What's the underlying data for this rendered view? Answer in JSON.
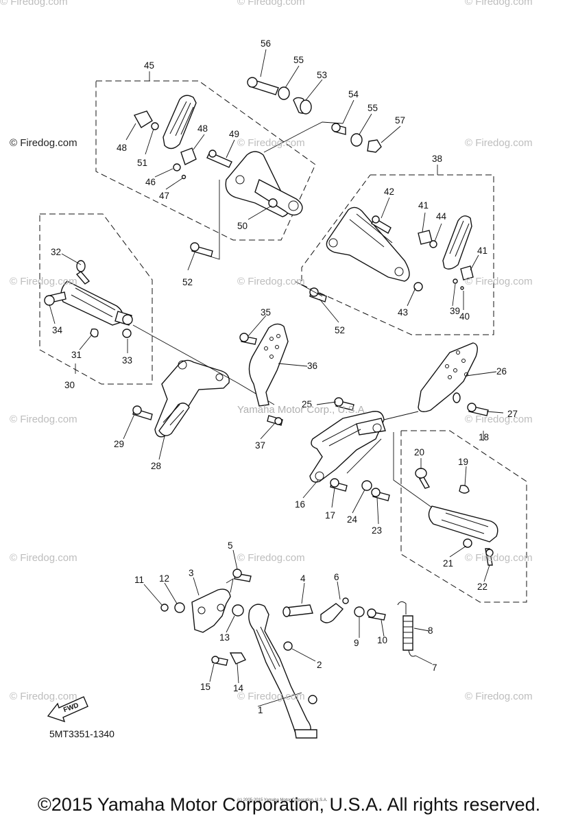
{
  "watermark": "© Firedog.com",
  "catalog_code": "5MT3351-1340",
  "fwd_label": "FWD",
  "footer": "©2015 Yamaha Motor Corporation, U.S.A. All rights reserved.",
  "footer_small": "(c) 2005-2015 Yamaha Motor Corporation, U.S.A.",
  "center_mark": "Yamaha Motor Corp., U.S.A.",
  "callouts": [
    "1",
    "2",
    "3",
    "4",
    "5",
    "6",
    "7",
    "8",
    "9",
    "10",
    "11",
    "12",
    "13",
    "14",
    "15",
    "16",
    "17",
    "18",
    "19",
    "20",
    "21",
    "22",
    "23",
    "24",
    "25",
    "26",
    "27",
    "28",
    "29",
    "30",
    "31",
    "32",
    "33",
    "34",
    "35",
    "36",
    "37",
    "38",
    "39",
    "40",
    "41",
    "42",
    "43",
    "44",
    "45",
    "46",
    "47",
    "48",
    "49",
    "50",
    "51",
    "52",
    "53",
    "54",
    "55",
    "56",
    "57"
  ]
}
